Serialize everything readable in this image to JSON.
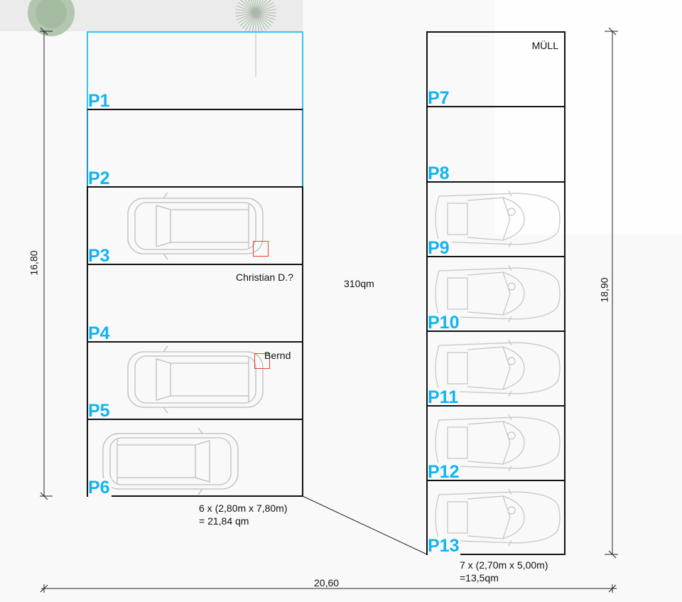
{
  "plan": {
    "left_row": {
      "slots": [
        "P1",
        "P2",
        "P3",
        "P4",
        "P5",
        "P6"
      ],
      "summary_line1": "6 x (2,80m x 7,80m)",
      "summary_line2": "= 21,84 qm"
    },
    "right_row": {
      "slots": [
        "P7",
        "P8",
        "P9",
        "P10",
        "P11",
        "P12",
        "P13"
      ],
      "muell_label": "MÜLL",
      "summary_line1": "7 x (2,70m x 5,00m)",
      "summary_line2": "=13,5qm"
    },
    "annotations": {
      "christian": "Christian D.?",
      "bernd": "Bernd",
      "area": "310qm"
    },
    "dimensions": {
      "left_height": "16,80",
      "right_height": "18,90",
      "total_width": "20,60"
    },
    "colors": {
      "slot_label": "#10b4f2",
      "marker": "#e8412c",
      "accent_border": "#35c4f5"
    }
  }
}
